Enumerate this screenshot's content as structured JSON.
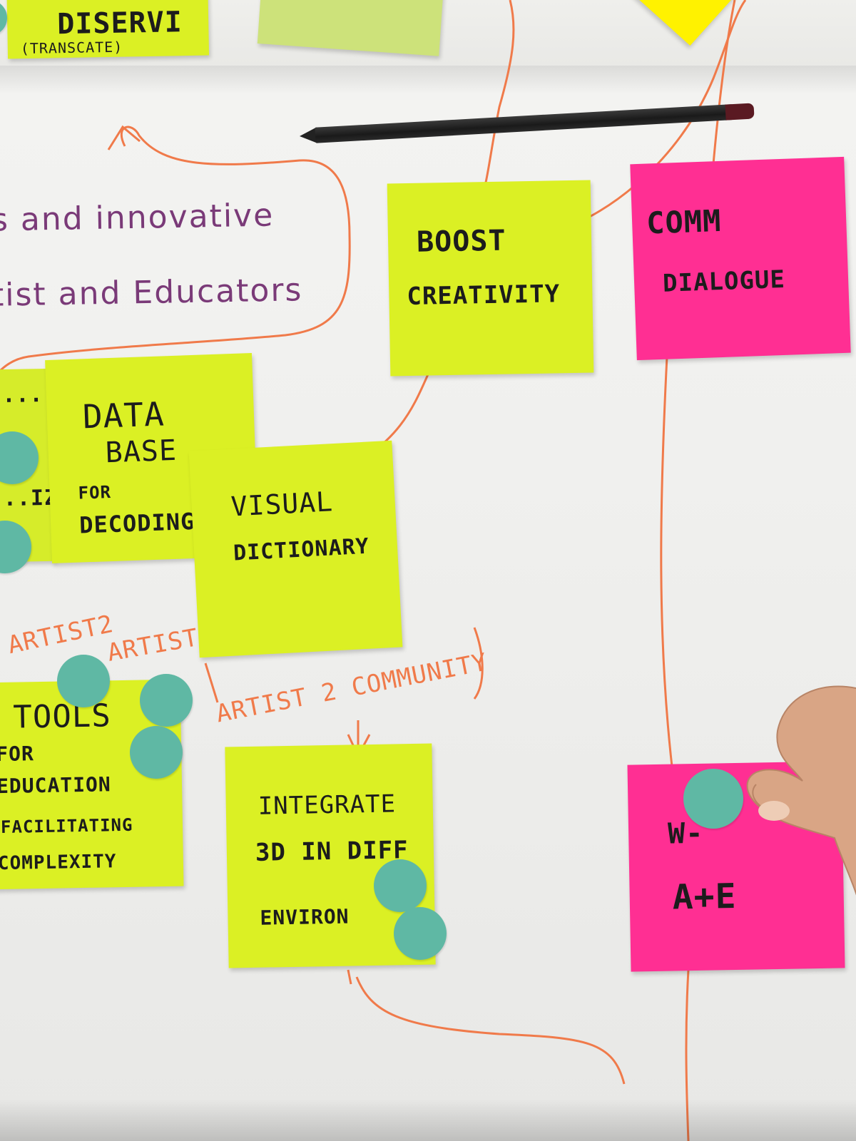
{
  "board": {
    "paper_color": "#f2f2f0",
    "line_color": "#f07a4a"
  },
  "notes": {
    "top_left": {
      "line1": "DISERVI",
      "line2": "(TRANSCATE)"
    },
    "boost": {
      "line1": "BOOST",
      "line2": "CREATIVITY"
    },
    "comm": {
      "line1": "COMM",
      "line2": "DIALOGUE"
    },
    "left_edge": {
      "line1": "...",
      "line2": "...IZE"
    },
    "database": {
      "line1": "DATA",
      "line2": "BASE",
      "line3": "FOR",
      "line4": "DECODING"
    },
    "visual": {
      "line1": "VISUAL",
      "line2": "DICTIONARY"
    },
    "tools": {
      "line1": "TOOLS",
      "line2": "FOR",
      "line3": "EDUCATION",
      "line4": "FACILITATING",
      "line5": "COMPLEXITY"
    },
    "integrate": {
      "line1": "INTEGRATE",
      "line2": "3D IN DIFF",
      "line3": "ENVIRON"
    },
    "ae": {
      "line1": "W-",
      "line2": "A+E"
    }
  },
  "handwriting": {
    "innovative": "s and innovative",
    "artist_educators": "tist and Educators",
    "artist2artist_a": "ARTIST2",
    "artist2artist_b": "ARTIST",
    "artist2community": "ARTIST 2 COMMUNITY"
  },
  "colors": {
    "lime": "#dbf024",
    "pink": "#ff2f93",
    "teal_dot": "#5fb8a4",
    "purple_ink": "#7a3a78",
    "orange_ink": "#f07a4a"
  }
}
